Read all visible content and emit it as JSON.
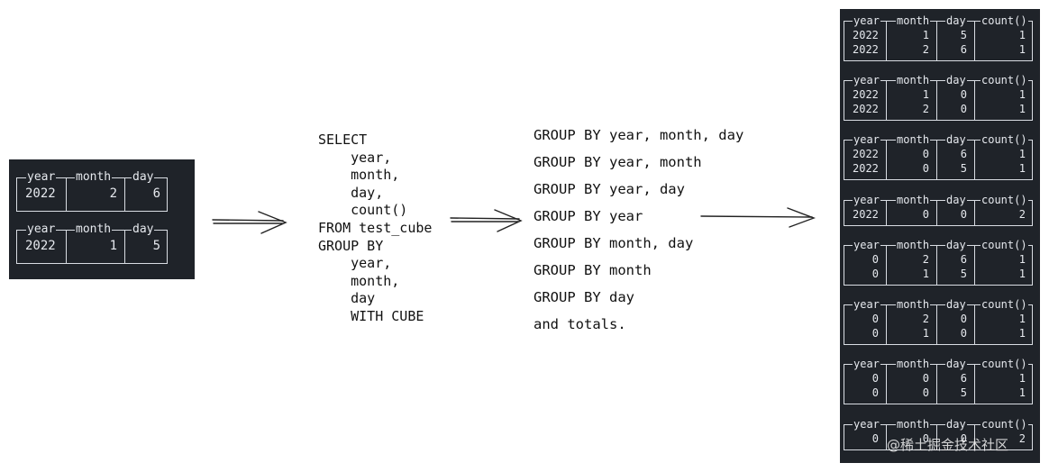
{
  "input_tables": [
    {
      "rows": [
        [
          "2022",
          "2",
          "6"
        ]
      ]
    },
    {
      "rows": [
        [
          "2022",
          "1",
          "5"
        ]
      ]
    }
  ],
  "input_headers": [
    "year",
    "month",
    "day"
  ],
  "sql_lines": [
    "SELECT",
    "    year,",
    "    month,",
    "    day,",
    "    count()",
    "FROM test_cube",
    "GROUP BY",
    "    year,",
    "    month,",
    "    day",
    "    WITH CUBE"
  ],
  "group_by_lines": [
    "GROUP BY year, month, day",
    "GROUP BY year, month",
    "GROUP BY year, day",
    "GROUP BY year",
    "GROUP BY month, day",
    "GROUP BY month",
    "GROUP BY day",
    "and totals."
  ],
  "result_headers": [
    "year",
    "month",
    "day",
    "count()"
  ],
  "result_tables": [
    {
      "rows": [
        [
          "2022",
          "1",
          "5",
          "1"
        ],
        [
          "2022",
          "2",
          "6",
          "1"
        ]
      ]
    },
    {
      "rows": [
        [
          "2022",
          "1",
          "0",
          "1"
        ],
        [
          "2022",
          "2",
          "0",
          "1"
        ]
      ]
    },
    {
      "rows": [
        [
          "2022",
          "0",
          "6",
          "1"
        ],
        [
          "2022",
          "0",
          "5",
          "1"
        ]
      ]
    },
    {
      "rows": [
        [
          "2022",
          "0",
          "0",
          "2"
        ]
      ]
    },
    {
      "rows": [
        [
          "0",
          "2",
          "6",
          "1"
        ],
        [
          "0",
          "1",
          "5",
          "1"
        ]
      ]
    },
    {
      "rows": [
        [
          "0",
          "2",
          "0",
          "1"
        ],
        [
          "0",
          "1",
          "0",
          "1"
        ]
      ]
    },
    {
      "rows": [
        [
          "0",
          "0",
          "6",
          "1"
        ],
        [
          "0",
          "0",
          "5",
          "1"
        ]
      ]
    },
    {
      "rows": [
        [
          "0",
          "0",
          "0",
          "2"
        ]
      ]
    }
  ],
  "watermark": "@稀土掘金技术社区"
}
